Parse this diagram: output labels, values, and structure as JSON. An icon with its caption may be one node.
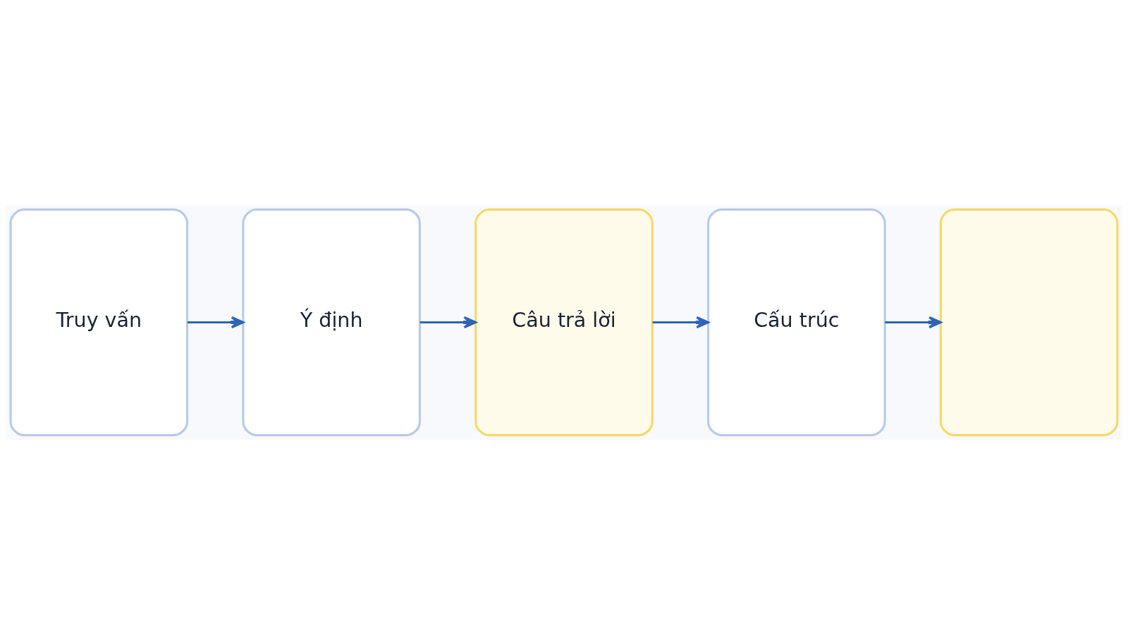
{
  "diagram": {
    "nodes": [
      {
        "text": [
          "Truy vấn"
        ]
      },
      {
        "text": [
          "Ý định"
        ]
      },
      {
        "text": [
          "Câu trả lời"
        ]
      },
      {
        "text": [
          "Cấu trúc"
        ]
      },
      {
        "text": [],
        "shape": "box"
      }
    ],
    "edges": [
      {
        "from": 0,
        "to": 1,
        "arrow": "to"
      },
      {
        "from": 1,
        "to": 2,
        "arrow": "to"
      },
      {
        "from": 2,
        "to": 3,
        "arrow": "to"
      },
      {
        "from": 3,
        "to": 4,
        "arrow": "to"
      }
    ]
  }
}
